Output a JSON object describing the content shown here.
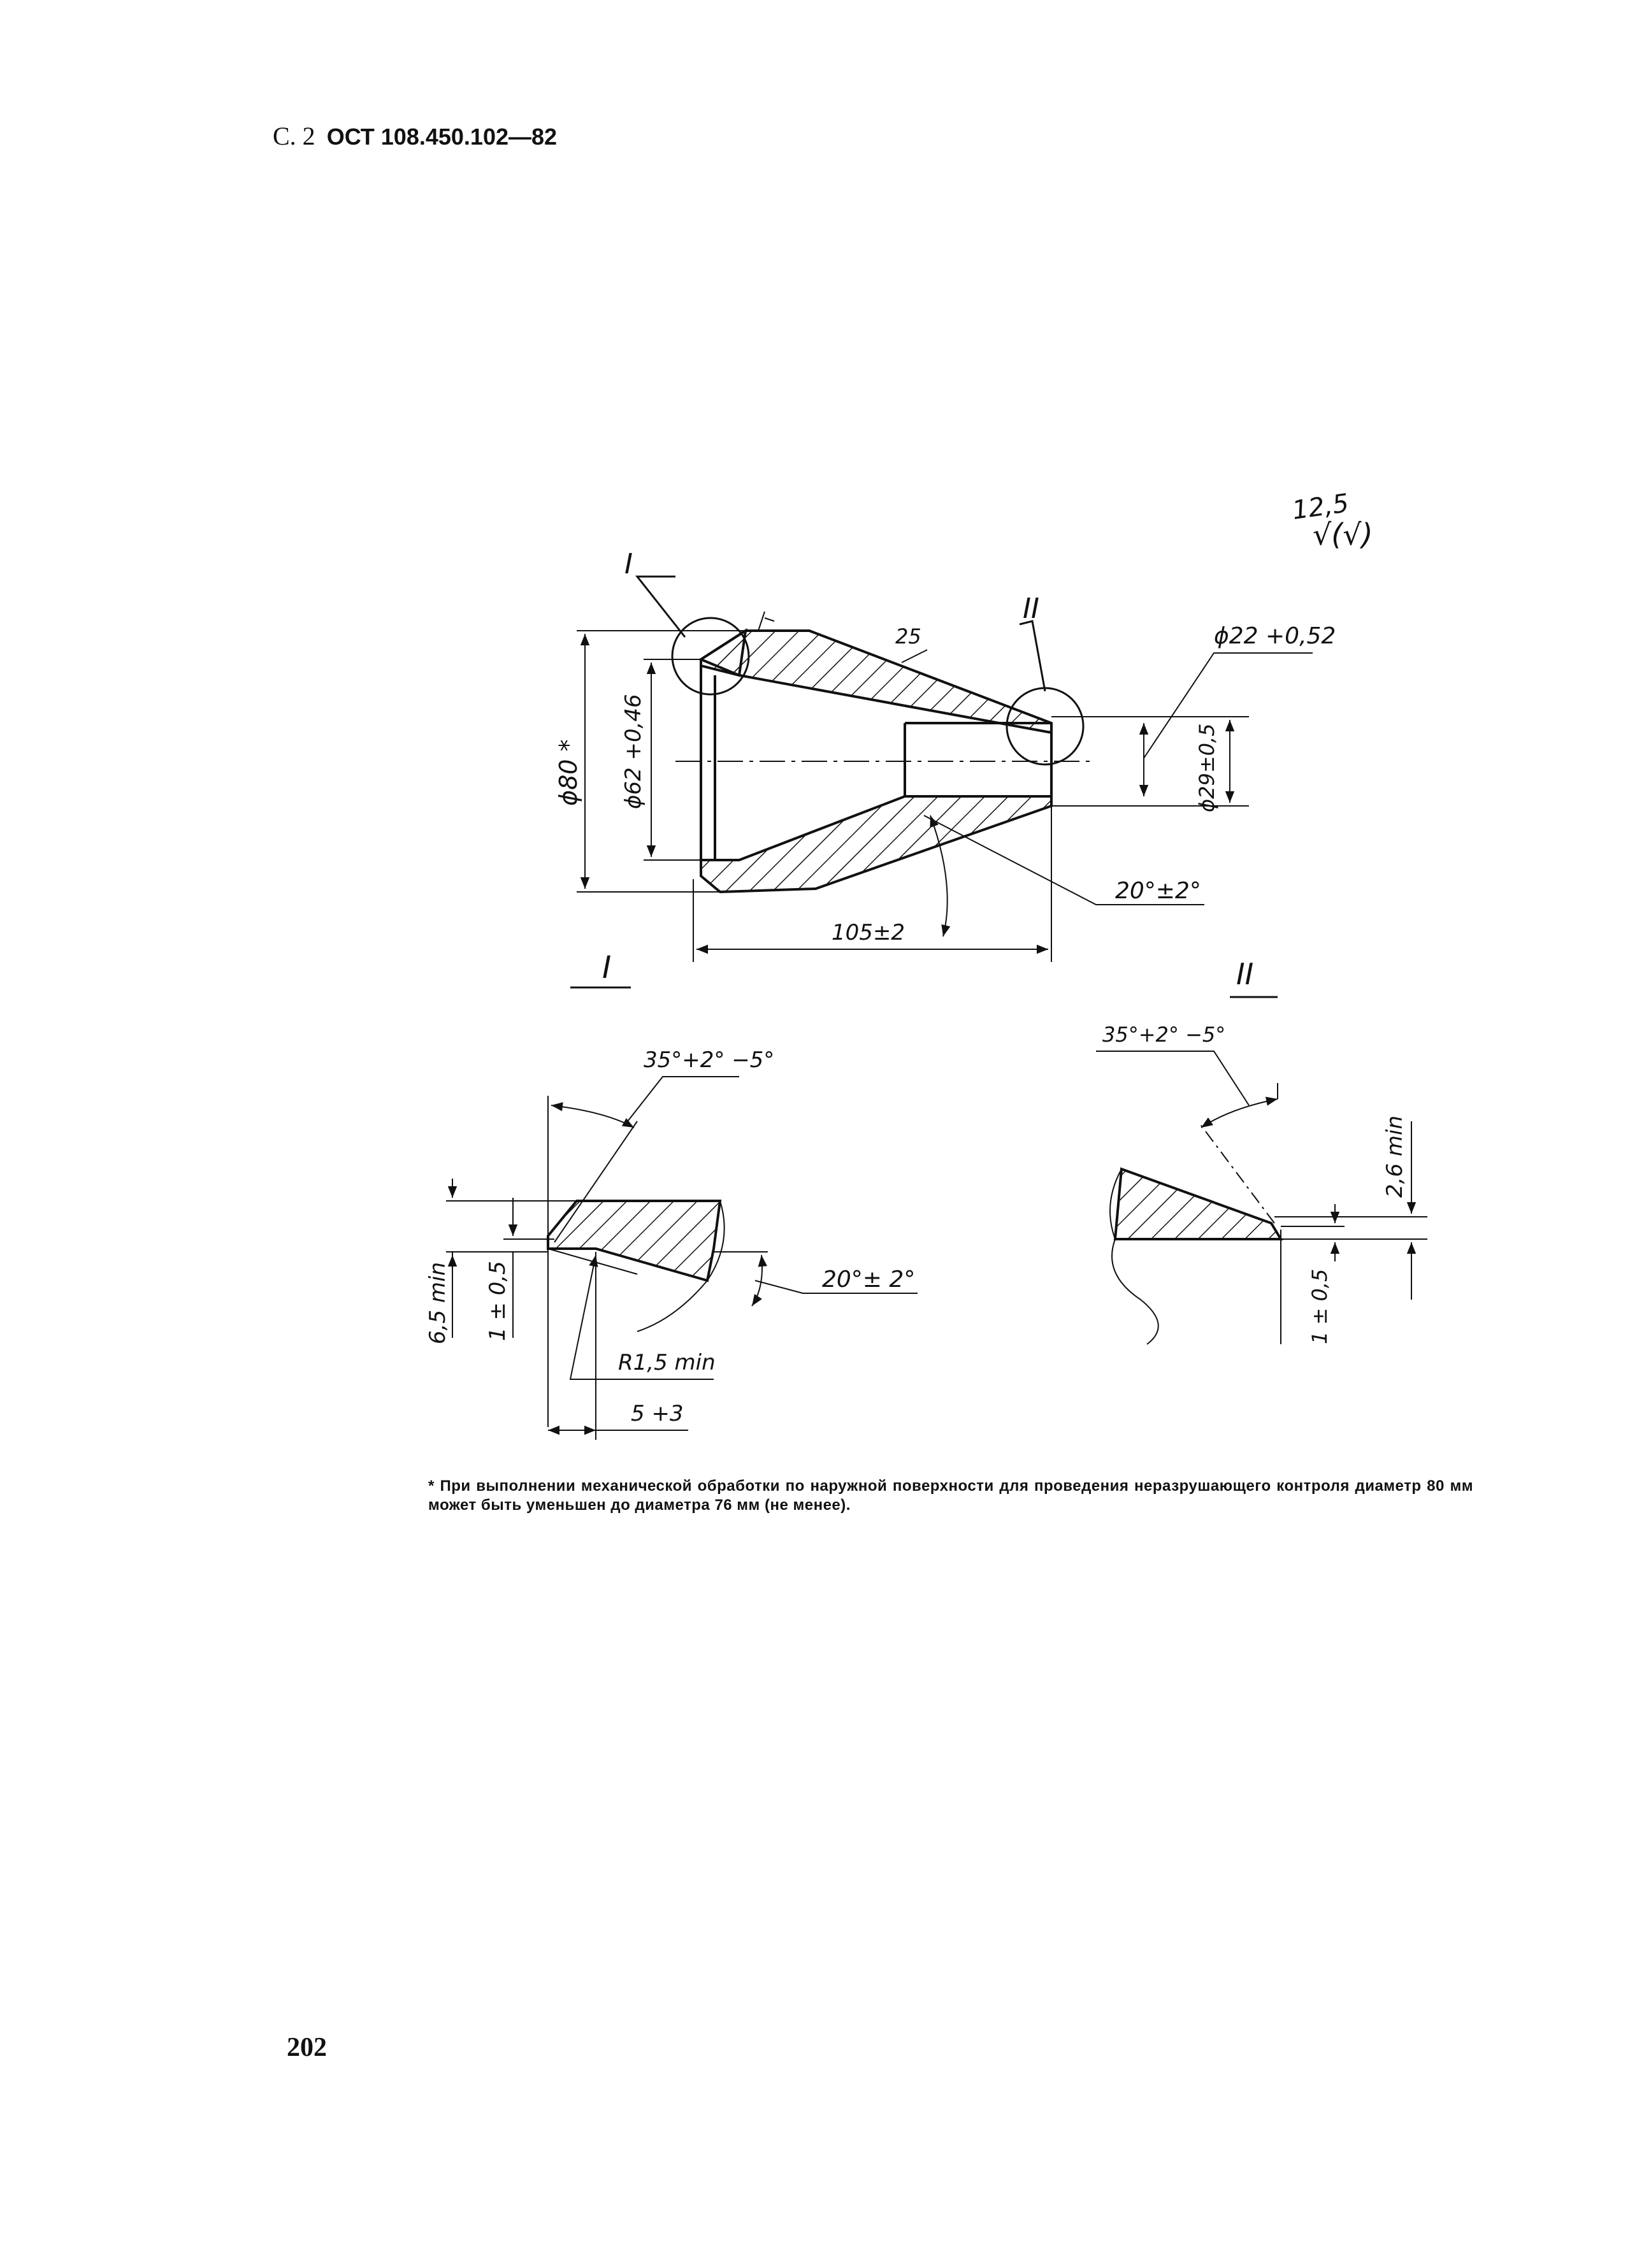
{
  "header": {
    "page": "С. 2",
    "standard": "ОСТ 108.450.102—82"
  },
  "roughness": {
    "value": "12,5",
    "symbol": "√(√)"
  },
  "main_view": {
    "detail_I_marker": "I",
    "detail_II_marker": "II",
    "dia_80": "ϕ80 *",
    "dia_62": "ϕ62 +0,46",
    "dia_22": "ϕ22 +0,52",
    "dia_29": "ϕ29±0,5",
    "length": "105±2",
    "angle": "20°±2°",
    "roughness_25": "25"
  },
  "detail_I": {
    "title": "I",
    "angle_35": "35°+2° −5°",
    "angle_20": "20°± 2°",
    "dim_6_5": "6,5 min",
    "dim_1": "1 ± 0,5",
    "radius": "R1,5 min",
    "dim_5": "5 +3"
  },
  "detail_II": {
    "title": "II",
    "angle_35": "35°+2° −5°",
    "dim_2_6": "2,6 min",
    "dim_1": "1 ± 0,5"
  },
  "footnote": "* При выполнении механической обработки по наружной поверхности для проведения неразрушающего контроля диаметр 80 мм может быть уменьшен до диаметра 76 мм (не менее).",
  "page_number": "202"
}
